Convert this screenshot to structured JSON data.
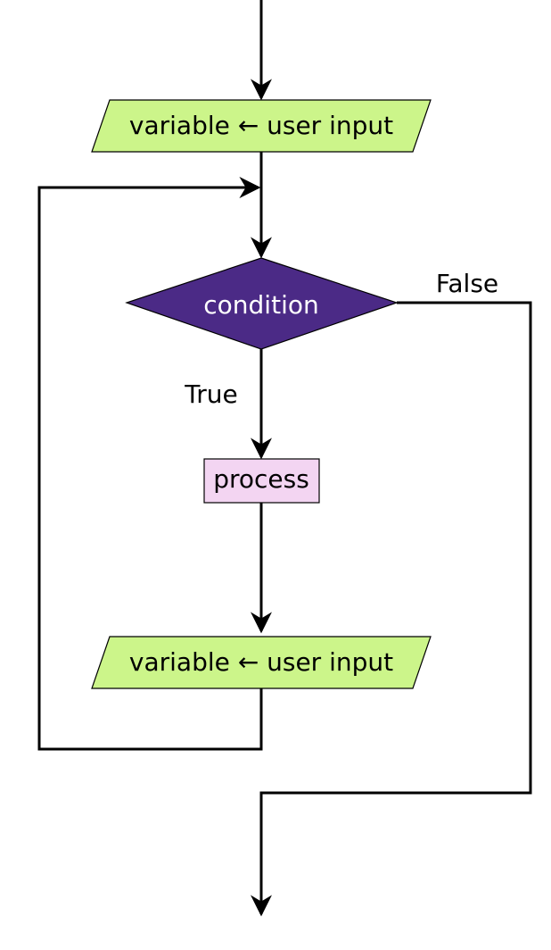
{
  "nodes": {
    "input_top": {
      "label": "variable ← user input"
    },
    "condition": {
      "label": "condition"
    },
    "process": {
      "label": "process"
    },
    "input_bottom": {
      "label": "variable ← user input"
    }
  },
  "edges": {
    "true_label": "True",
    "false_label": "False"
  },
  "colors": {
    "io_fill": "#ccf58a",
    "decision_fill": "#4b2a86",
    "decision_text": "#ffffff",
    "process_fill": "#f3d5f2",
    "line": "#000000"
  }
}
